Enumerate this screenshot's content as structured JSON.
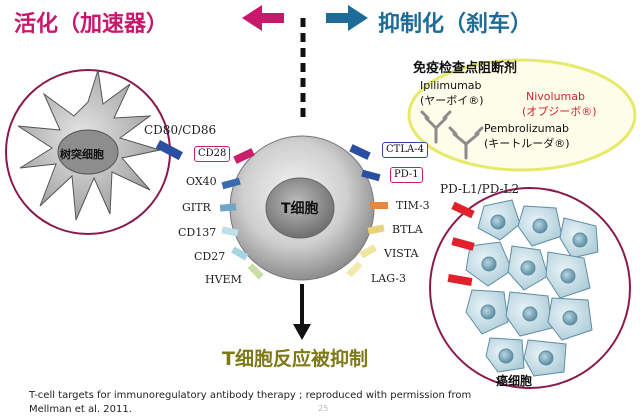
{
  "header": {
    "left_title": "活化（加速器）",
    "right_title": "抑制化（刹车）"
  },
  "dendritic_cell": {
    "label": "树突细胞",
    "ligand": "CD80/CD86"
  },
  "t_cell": {
    "label": "T细胞"
  },
  "receptors_left": {
    "cd28": "CD28",
    "ox40": "OX40",
    "gitr": "GITR",
    "cd137": "CD137",
    "cd27": "CD27",
    "hvem": "HVEM"
  },
  "receptors_right": {
    "ctla4": "CTLA-4",
    "pd1": "PD-1",
    "tim3": "TIM-3",
    "btla": "BTLA",
    "vista": "VISTA",
    "lag3": "LAG-3"
  },
  "checkpoint_inhibitors": {
    "title": "免疫检查点阻断剂",
    "ipilimumab": "Ipilimumab",
    "ipilimumab_jp": "(ヤーボイ®)",
    "nivolumab": "Nivolumab",
    "nivolumab_jp": "(オプジーボ®)",
    "pembrolizumab": "Pembrolizumab",
    "pembrolizumab_jp": "(キートルーダ®)"
  },
  "cancer": {
    "ligand": "PD-L1/PD-L2",
    "label": "癌细胞"
  },
  "result": {
    "title": "T细胞反应被抑制"
  },
  "caption": {
    "line1": "T-cell targets for immunoregulatory antibody therapy ; reproduced with permission from",
    "line2": "Mellman et al. 2011."
  },
  "page_number": "25",
  "colors": {
    "activation": "#c7186b",
    "inhibition": "#1d6b97",
    "result": "#7f7a18",
    "drug_highlight": "#d2222e"
  }
}
